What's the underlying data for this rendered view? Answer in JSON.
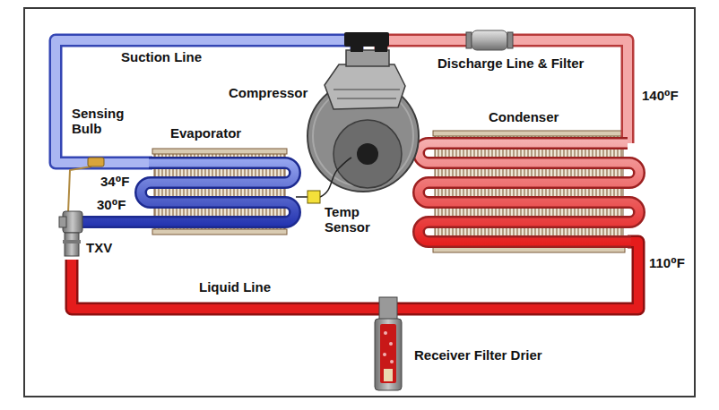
{
  "diagram": {
    "labels": [
      "Suction Line",
      "Compressor",
      "Discharge Line & Filter",
      "140⁰F",
      "Sensing Bulb",
      "Evaporator",
      "Condenser",
      "34⁰F",
      "30⁰F",
      "Temp Sensor",
      "TXV",
      "Liquid Line",
      "110⁰F",
      "Receiver Filter Drier"
    ]
  }
}
